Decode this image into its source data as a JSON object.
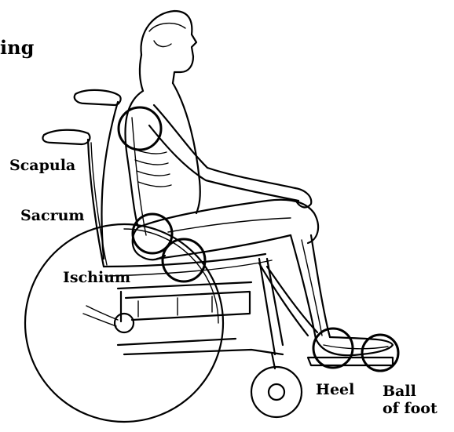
{
  "diagram": {
    "title_fragment": "ing",
    "labels": {
      "scapula": "Scapula",
      "sacrum": "Sacrum",
      "ischium": "Ischium",
      "heel": "Heel",
      "ball_line1": "Ball",
      "ball_line2": "of foot"
    }
  },
  "colors": {
    "line": "#000000",
    "background": "#ffffff"
  }
}
